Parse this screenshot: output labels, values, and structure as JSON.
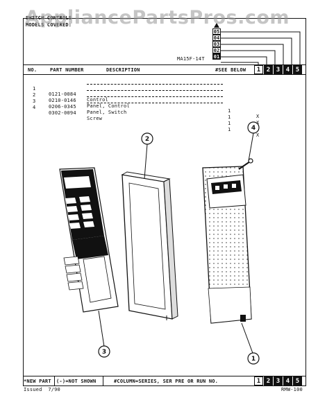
{
  "header": {
    "title": "SWITCH CONTROLS",
    "models_label": "MODELS COVERED:",
    "model_number": "MA15F-14T",
    "series_codes": [
      "05",
      "04",
      "03",
      "02",
      "01"
    ],
    "watermark": "AppliancePartsPros.com"
  },
  "table": {
    "col_no": "NO.",
    "col_part": "PART NUMBER",
    "col_desc": "DESCRIPTION",
    "col_see": "#SEE BELOW",
    "column_numbers": [
      "1",
      "2",
      "3",
      "4",
      "5"
    ],
    "rows": [
      {
        "no": "1",
        "part": "0121-0084",
        "desc": "Control",
        "qty": "1",
        "mark": "X"
      },
      {
        "no": "2",
        "part": "0210-0146",
        "desc": "Panel, Control",
        "qty": "1",
        "mark": "X"
      },
      {
        "no": "3",
        "part": "0206-0345",
        "desc": "Panel, Switch",
        "qty": "1",
        "mark": "X"
      },
      {
        "no": "4",
        "part": "0302-0094",
        "desc": "Screw",
        "qty": "1",
        "mark": "X"
      }
    ]
  },
  "diagram": {
    "callouts": [
      "1",
      "2",
      "3",
      "4"
    ]
  },
  "footer": {
    "new_part": "*NEW PART",
    "not_shown": "(-)=NOT SHOWN",
    "column_note": "#COLUMN=SERIES, SER PRE OR RUN NO.",
    "issued": "Issued  7/90",
    "form_code": "RMW-100"
  },
  "colors": {
    "ink": "#111111",
    "paper": "#ffffff"
  }
}
